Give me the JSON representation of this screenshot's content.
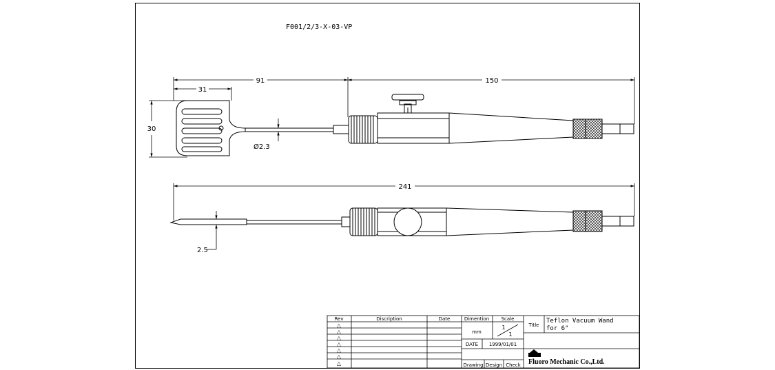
{
  "drawing_number": "F001/2/3-X-03-VP",
  "dimensions": {
    "overall_top_left": "91",
    "overall_top_right": "150",
    "head_width": "31",
    "head_height": "30",
    "tube_diameter": "Ø2.3",
    "overall_bottom": "241",
    "tip_thickness": "2.5"
  },
  "title_block": {
    "rev_header": "Rev",
    "description_header": "Discription",
    "date_header": "Date",
    "dimention_header": "Dimention",
    "scale_header": "Scale",
    "unit_value": "mm",
    "scale_num": "1",
    "scale_den": "1",
    "date_label": "DATE",
    "date_value": "1999/01/01",
    "drawing_label": "Drawing",
    "design_label": "Design",
    "check_label": "Check",
    "title_label": "Title",
    "title_line1": "Teflon Vacuum Wand",
    "title_line2": "for 6\"",
    "company": "Fluoro Mechanic Co.,Ltd.",
    "rev_symbols": [
      "△",
      "△",
      "△",
      "△",
      "△",
      "△",
      "△"
    ]
  }
}
